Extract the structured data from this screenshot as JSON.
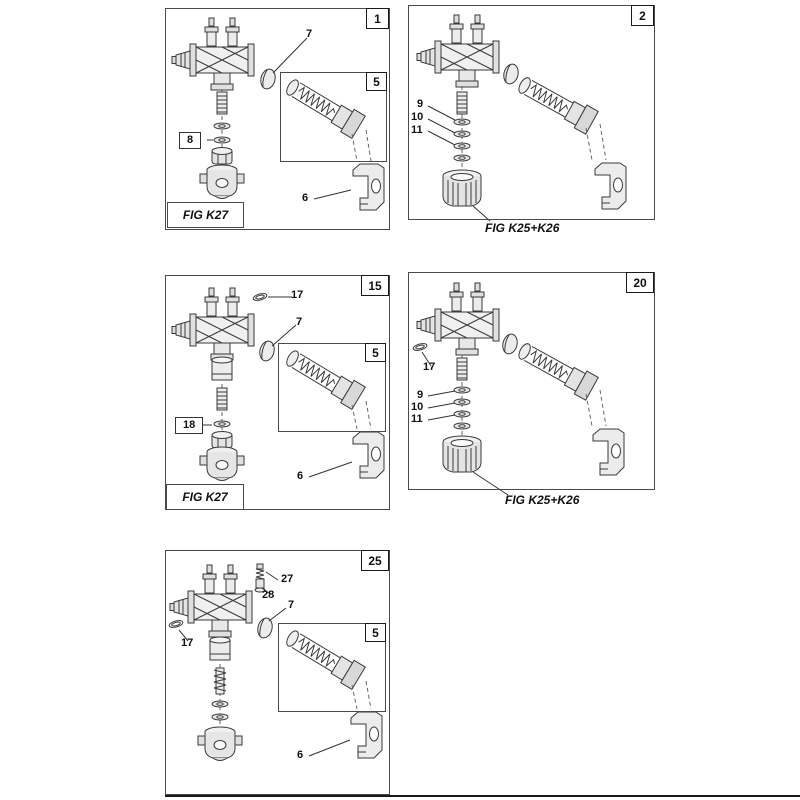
{
  "panels": {
    "p1": {
      "number": "1",
      "sub": "5",
      "fig": "FIG K27",
      "c7": "7",
      "c8": "8",
      "c6": "6"
    },
    "p2": {
      "number": "2",
      "fig": "FIG K25+K26",
      "c9": "9",
      "c10": "10",
      "c11": "11"
    },
    "p15": {
      "number": "15",
      "sub": "5",
      "fig": "FIG K27",
      "c17": "17",
      "c7": "7",
      "c18": "18",
      "c6": "6"
    },
    "p20": {
      "number": "20",
      "fig": "FIG K25+K26",
      "c17": "17",
      "c9": "9",
      "c10": "10",
      "c11": "11"
    },
    "p25": {
      "number": "25",
      "sub": "5",
      "c27": "27",
      "c28": "28",
      "c7": "7",
      "c17": "17",
      "c6": "6"
    }
  }
}
